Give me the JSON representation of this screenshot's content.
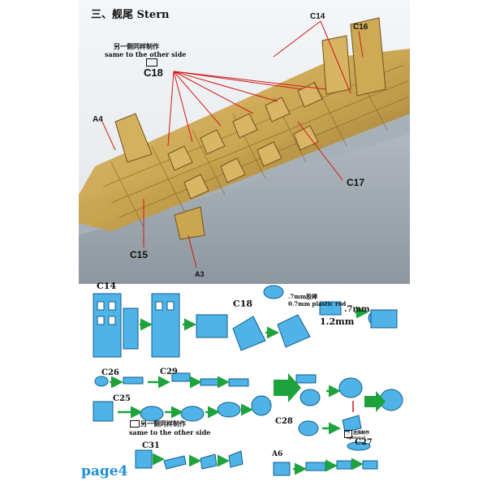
{
  "section": {
    "title": "三、舰尾 Stern"
  },
  "photo_labels": {
    "c14": "C14",
    "c16": "C16",
    "c18": "C18",
    "a4": "A4",
    "c17": "C17",
    "c15": "C15",
    "a3": "A3",
    "note_cn": "另一侧同样制作",
    "note_en": "same to the other side"
  },
  "diagram_labels": {
    "c14": "C14",
    "c18": "C18",
    "rod_cn": ".7mm胶棒",
    "rod_en": "0.7mm plastic rod",
    "rod_len": ".7mm",
    "rod_cut": "1.2mm",
    "c26": "C26",
    "c29": "C29",
    "c25": "C25",
    "note_cn": "另一侧同样制作",
    "note_en": "same to the other side",
    "c28": "C28",
    "opt_cn": "选择制作",
    "opt_en": "optional",
    "c27": "C27",
    "c31": "C31",
    "a6": "A6"
  },
  "footer": {
    "page": "page4"
  },
  "colors": {
    "part_blue": "#4fb3e8",
    "arrow_green": "#1ea23c",
    "brass": "#c9a24a",
    "hull_gray": "#9aa3ab"
  }
}
